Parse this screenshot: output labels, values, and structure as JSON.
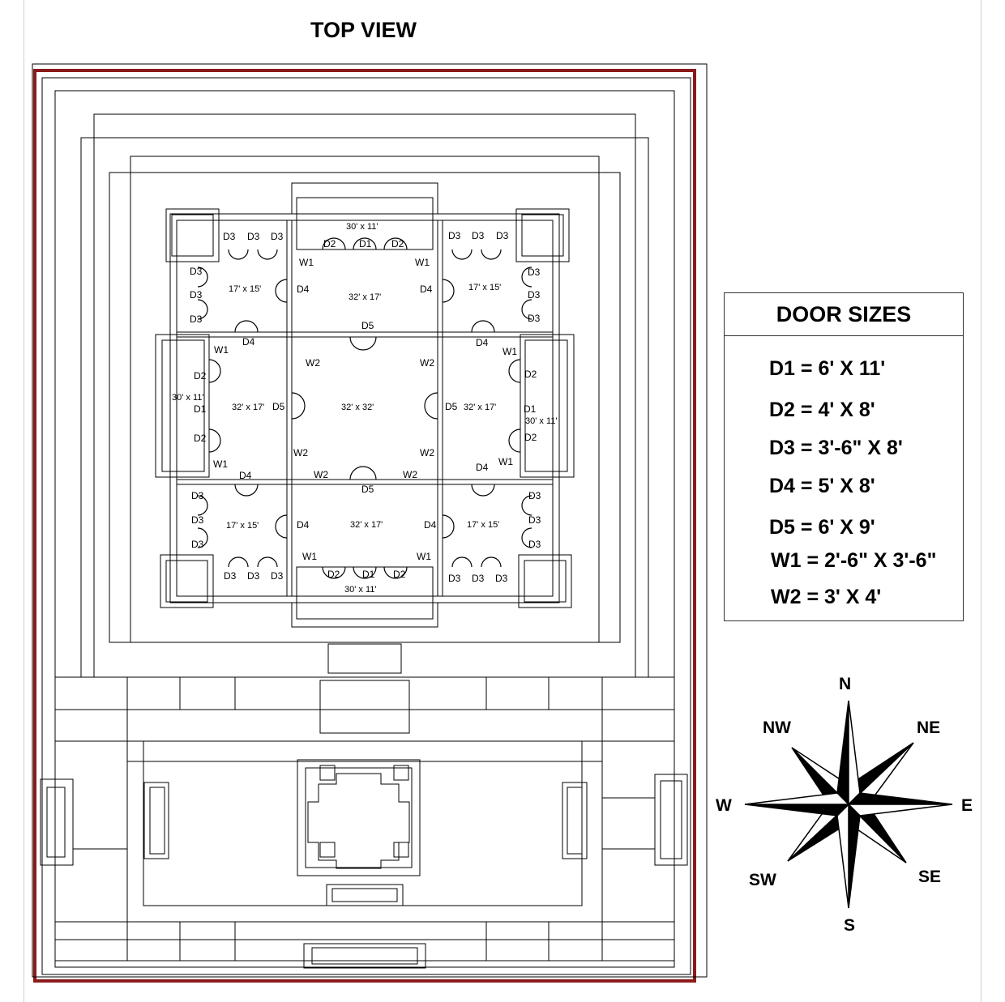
{
  "title": "TOP VIEW",
  "rooms": {
    "porch_top": "30' x 11'",
    "porch_bottom": "30' x 11'",
    "porch_left": "30' x 11'",
    "porch_right": "30' x 11'",
    "hall_top": "32' x 17'",
    "hall_bottom": "32' x 17'",
    "hall_left": "32' x 17'",
    "hall_right": "32' x 17'",
    "center": "32' x 32'",
    "corner_tl": "17' x 15'",
    "corner_tr": "17' x 15'",
    "corner_bl": "17' x 15'",
    "corner_br": "17' x 15'"
  },
  "openings": {
    "d1": "D1",
    "d2": "D2",
    "d3": "D3",
    "d4": "D4",
    "d5": "D5",
    "w1": "W1",
    "w2": "W2"
  },
  "legend": {
    "heading": "DOOR SIZES",
    "items": [
      "D1 = 6' X 11'",
      "D2 = 4' X 8'",
      "D3 = 3'-6\" X 8'",
      "D4 = 5' X 8'",
      "D5 = 6' X 9'",
      "W1 = 2'-6\" X 3'-6\"",
      "W2 = 3' X 4'"
    ]
  },
  "compass": {
    "n": "N",
    "ne": "NE",
    "e": "E",
    "se": "SE",
    "s": "S",
    "sw": "SW",
    "w": "W",
    "nw": "NW"
  },
  "colors": {
    "boundary": "#8b1a1a",
    "line": "#000000"
  }
}
